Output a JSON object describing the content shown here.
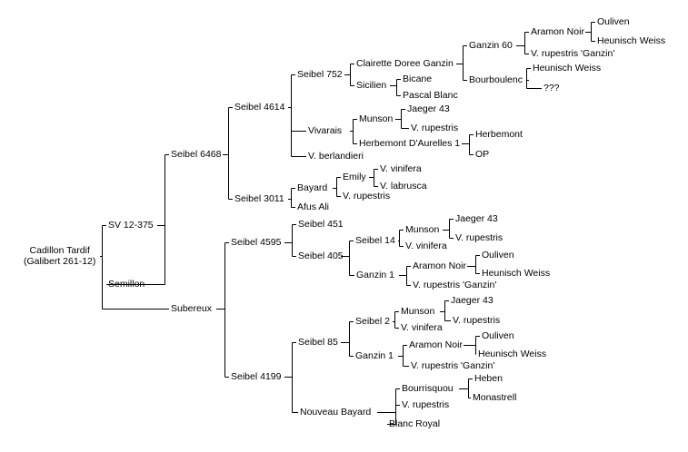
{
  "colors": {
    "text": "#000000",
    "line": "#000000",
    "background": "#ffffff"
  },
  "root": {
    "name": "Cadillon Tardif",
    "note": "(Galibert 261-12)",
    "children": [
      {
        "name": "SV 12-375",
        "children": [
          {
            "name": "Seibel 6468",
            "children": [
              {
                "name": "Seibel 4614",
                "children": [
                  {
                    "name": "Seibel 752",
                    "children": [
                      {
                        "name": "Clairette Doree Ganzin",
                        "children": [
                          {
                            "name": "Ganzin 60",
                            "children": [
                              {
                                "name": "Aramon Noir",
                                "children": [
                                  {
                                    "name": "Ouliven"
                                  },
                                  {
                                    "name": "Heunisch Weiss"
                                  }
                                ]
                              },
                              {
                                "name": "V. rupestris 'Ganzin'"
                              }
                            ]
                          },
                          {
                            "name": "Bourboulenc",
                            "children": [
                              {
                                "name": "Heunisch Weiss"
                              },
                              {
                                "name": "???"
                              }
                            ]
                          }
                        ]
                      },
                      {
                        "name": "Sicilien",
                        "children": [
                          {
                            "name": "Bicane"
                          },
                          {
                            "name": "Pascal Blanc"
                          }
                        ]
                      }
                    ]
                  },
                  {
                    "name": "Vivarais",
                    "children": [
                      {
                        "name": "Munson",
                        "children": [
                          {
                            "name": "Jaeger 43"
                          },
                          {
                            "name": "V. rupestris"
                          }
                        ]
                      },
                      {
                        "name": "Herbemont D'Aurelles 1",
                        "children": [
                          {
                            "name": "Herbemont"
                          },
                          {
                            "name": "OP"
                          }
                        ]
                      }
                    ]
                  },
                  {
                    "name": "V. berlandieri"
                  }
                ]
              },
              {
                "name": "Seibel 3011",
                "children": [
                  {
                    "name": "Bayard",
                    "children": [
                      {
                        "name": "Emily",
                        "children": [
                          {
                            "name": "V. vinifera"
                          },
                          {
                            "name": "V. labrusca"
                          }
                        ]
                      },
                      {
                        "name": "V. rupestris"
                      }
                    ]
                  },
                  {
                    "name": "Afus Ali"
                  }
                ]
              }
            ]
          },
          {
            "name": "Semillon"
          }
        ]
      },
      {
        "name": "Subereux",
        "children": [
          {
            "name": "Seibel 4595",
            "children": [
              {
                "name": "Seibel 451"
              },
              {
                "name": "Seibel 405",
                "children": [
                  {
                    "name": "Seibel 14",
                    "children": [
                      {
                        "name": "Munson",
                        "children": [
                          {
                            "name": "Jaeger 43"
                          },
                          {
                            "name": "V. rupestris"
                          }
                        ]
                      },
                      {
                        "name": "V. vinifera"
                      }
                    ]
                  },
                  {
                    "name": "Ganzin 1",
                    "children": [
                      {
                        "name": "Aramon Noir",
                        "children": [
                          {
                            "name": "Ouliven"
                          },
                          {
                            "name": "Heunisch Weiss"
                          }
                        ]
                      },
                      {
                        "name": "V. rupestris 'Ganzin'"
                      }
                    ]
                  }
                ]
              }
            ]
          },
          {
            "name": "Seibel 4199",
            "children": [
              {
                "name": "Seibel 85",
                "children": [
                  {
                    "name": "Seibel 2",
                    "children": [
                      {
                        "name": "Munson",
                        "children": [
                          {
                            "name": "Jaeger 43"
                          },
                          {
                            "name": "V. rupestris"
                          }
                        ]
                      },
                      {
                        "name": "V. vinifera"
                      }
                    ]
                  },
                  {
                    "name": "Ganzin 1",
                    "children": [
                      {
                        "name": "Aramon Noir",
                        "children": [
                          {
                            "name": "Ouliven"
                          },
                          {
                            "name": "Heunisch Weiss"
                          }
                        ]
                      },
                      {
                        "name": "V. rupestris 'Ganzin'"
                      }
                    ]
                  }
                ]
              },
              {
                "name": "Nouveau Bayard",
                "children": [
                  {
                    "name": "Bourrisquou",
                    "children": [
                      {
                        "name": "Heben"
                      },
                      {
                        "name": "Monastrell"
                      }
                    ]
                  },
                  {
                    "name": "V. rupestris"
                  },
                  {
                    "name": "Blanc Royal"
                  }
                ]
              }
            ]
          }
        ]
      }
    ]
  }
}
